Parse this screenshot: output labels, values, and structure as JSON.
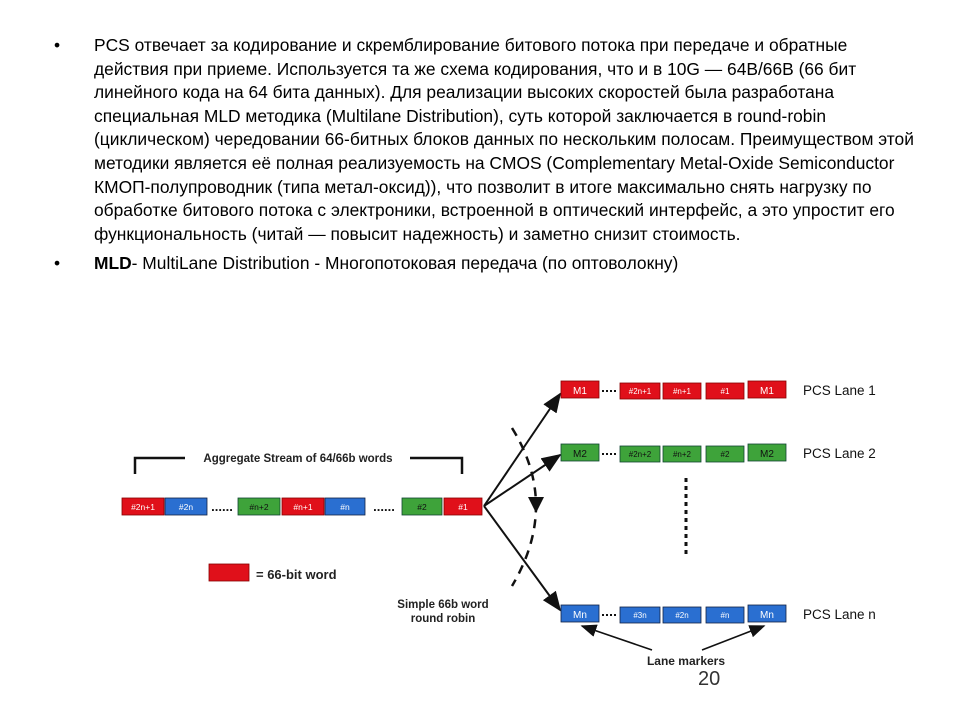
{
  "bullets": [
    {
      "marker": "•",
      "bold": "",
      "text": "PCS отвечает за кодирование и скремблирование битового потока при передаче и обратные действия при приеме. Используется та же схема кодирования, что и в 10G — 64B/66B (66 бит линейного кода на 64 бита данных). Для реализации высоких скоростей была разработана специальная MLD методика (Multilane Distribution), суть которой заключается в round-robin (циклическом) чередовании 66-битных блоков данных по нескольким полосам. Преимуществом этой методики является её полная реализуемость на CMOS (Complementary Metal-Oxide Semiconductor КМОП-полупроводник (типа метал-оксид)), что позволит в итоге максимально снять нагрузку по обработке битового потока с электроники, встроенной в оптический интерфейс, а это упростит его функциональность (читай — повысит надежность) и заметно снизит стоимость."
    },
    {
      "marker": "•",
      "bold": "MLD",
      "text": "- MultiLane Distribution - Многопотоковая передача (по оптоволокну)"
    }
  ],
  "diagram": {
    "aggregate_title": "Aggregate Stream of 64/66b words",
    "stream_blocks": [
      "#2n+1",
      "#2n",
      "#n+2",
      "#n+1",
      "#n",
      "#2",
      "#1"
    ],
    "ellipsis": "......",
    "legend_text": "= 66-bit word",
    "round_robin_label_1": "Simple 66b word",
    "round_robin_label_2": "round robin",
    "lane_markers_label": "Lane markers",
    "lanes": [
      {
        "name": "PCS Lane 1",
        "marker": "M1",
        "blocks": [
          "#2n+1",
          "#n+1",
          "#1"
        ],
        "end_marker": "M1"
      },
      {
        "name": "PCS Lane 2",
        "marker": "M2",
        "blocks": [
          "#2n+2",
          "#n+2",
          "#2"
        ],
        "end_marker": "M2"
      },
      {
        "name": "PCS Lane n",
        "marker": "Mn",
        "blocks": [
          "#3n",
          "#2n",
          "#n"
        ],
        "end_marker": "Mn"
      }
    ],
    "colors": {
      "red": "#e0101a",
      "green": "#3ea33a",
      "blue": "#2a6fd1",
      "dark": "#1a1a1a"
    }
  },
  "page_number": "20"
}
